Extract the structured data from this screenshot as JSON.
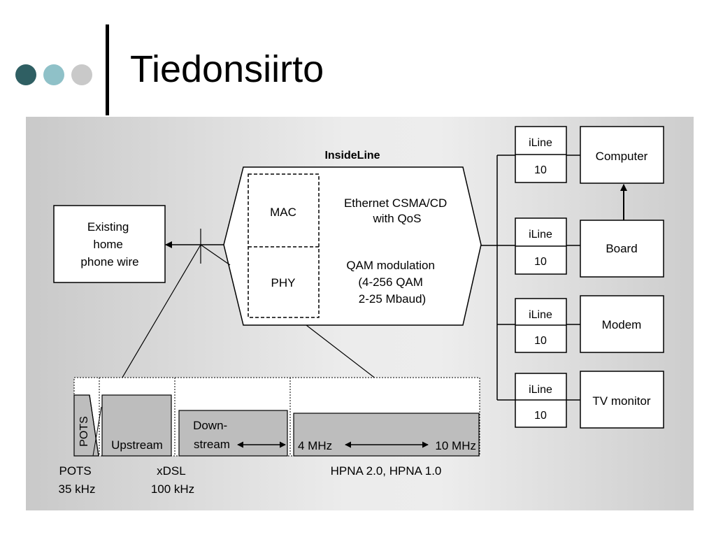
{
  "slide": {
    "title": "Tiedonsiirto",
    "bullet_colors": [
      "#2f5f63",
      "#8fc1c8",
      "#c9c9c9"
    ]
  },
  "diagram": {
    "insideline": {
      "label": "InsideLine",
      "mac": "MAC",
      "mac_desc": [
        "Ethernet CSMA/CD",
        "with QoS"
      ],
      "phy": "PHY",
      "phy_desc": [
        "QAM modulation",
        "(4-256 QAM",
        "2-25 Mbaud)"
      ]
    },
    "phone_wire": [
      "Existing",
      "home",
      "phone wire"
    ],
    "devices": [
      {
        "iline_top": "iLine",
        "iline_bottom": "10",
        "name": "Computer"
      },
      {
        "iline_top": "iLine",
        "iline_bottom": "10",
        "name": "Board"
      },
      {
        "iline_top": "iLine",
        "iline_bottom": "10",
        "name": "Modem"
      },
      {
        "iline_top": "iLine",
        "iline_bottom": "10",
        "name": "TV monitor"
      }
    ],
    "spectrum": {
      "pots_block": "POTS",
      "upstream": "Upstream",
      "downstream": [
        "Down-",
        "stream"
      ],
      "hpna_low": "4 MHz",
      "hpna_high": "10 MHz",
      "axis_labels": {
        "pots": [
          "POTS",
          "35 kHz"
        ],
        "xdsl": [
          "xDSL",
          "100 kHz"
        ],
        "hpna": "HPNA 2.0, HPNA 1.0"
      }
    }
  }
}
